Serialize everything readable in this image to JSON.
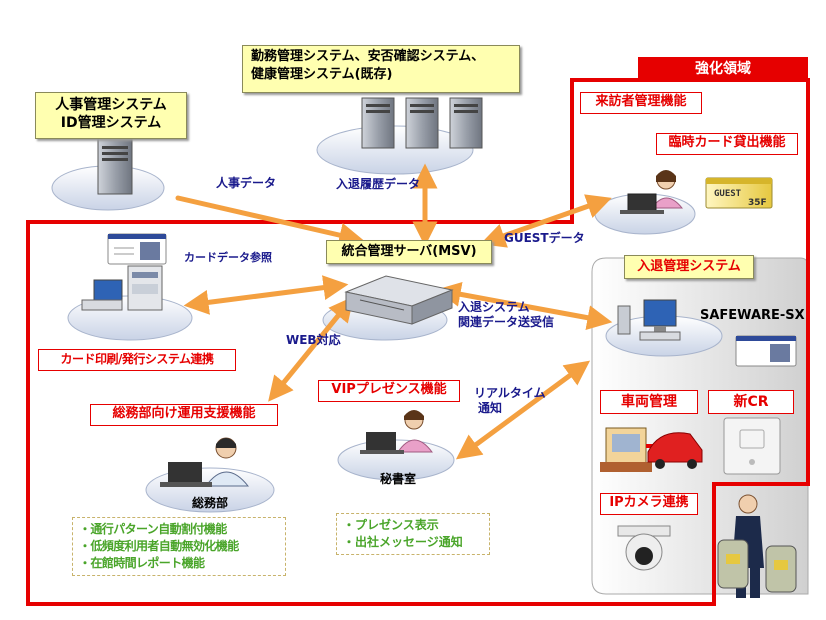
{
  "region": {
    "label": "強化領域"
  },
  "boxes": {
    "hr_system": [
      "人事管理システム",
      "ID管理システム"
    ],
    "attendance_system": [
      "勤務管理システム、安否確認システム、",
      "健康管理システム(既存)"
    ],
    "msv": "統合管理サーバ(MSV)",
    "access_system": "入退管理システム"
  },
  "red_boxes": {
    "visitor": "来訪者管理機能",
    "temp_card": "臨時カード貸出機能",
    "card_print": "カード印刷/発行システム連携",
    "general_affairs": "総務部向け運用支援機能",
    "vip": "VIPプレゼンス機能",
    "vehicle": "車両管理",
    "newcr": "新CR",
    "ipcamera": "IPカメラ連携"
  },
  "labels": {
    "hr_data": "人事データ",
    "entry_history": "入退履歴データ",
    "guest_data": "GUESTデータ",
    "card_ref": "カードデータ参照",
    "web": "WEB対応",
    "related": [
      "入退システム",
      "関連データ送受信"
    ],
    "realtime": [
      "リアルタイム",
      "通知"
    ],
    "safeware": "SAFEWARE-SX",
    "general_dept": "総務部",
    "secretary": "秘書室",
    "guest_card": "GUEST",
    "guest_card_floor": "35F"
  },
  "lists": {
    "general_functions": [
      "・通行パターン自動割付機能",
      "・低頻度利用者自動無効化機能",
      "・在館時間レポート機能"
    ],
    "presence_functions": [
      "・プレゼンス表示",
      "・出社メッセージ通知"
    ]
  },
  "colors": {
    "region_border": "#e60000",
    "arrow": "#f4a040",
    "label": "#1a1a8c",
    "list_text": "#4aa52a"
  }
}
